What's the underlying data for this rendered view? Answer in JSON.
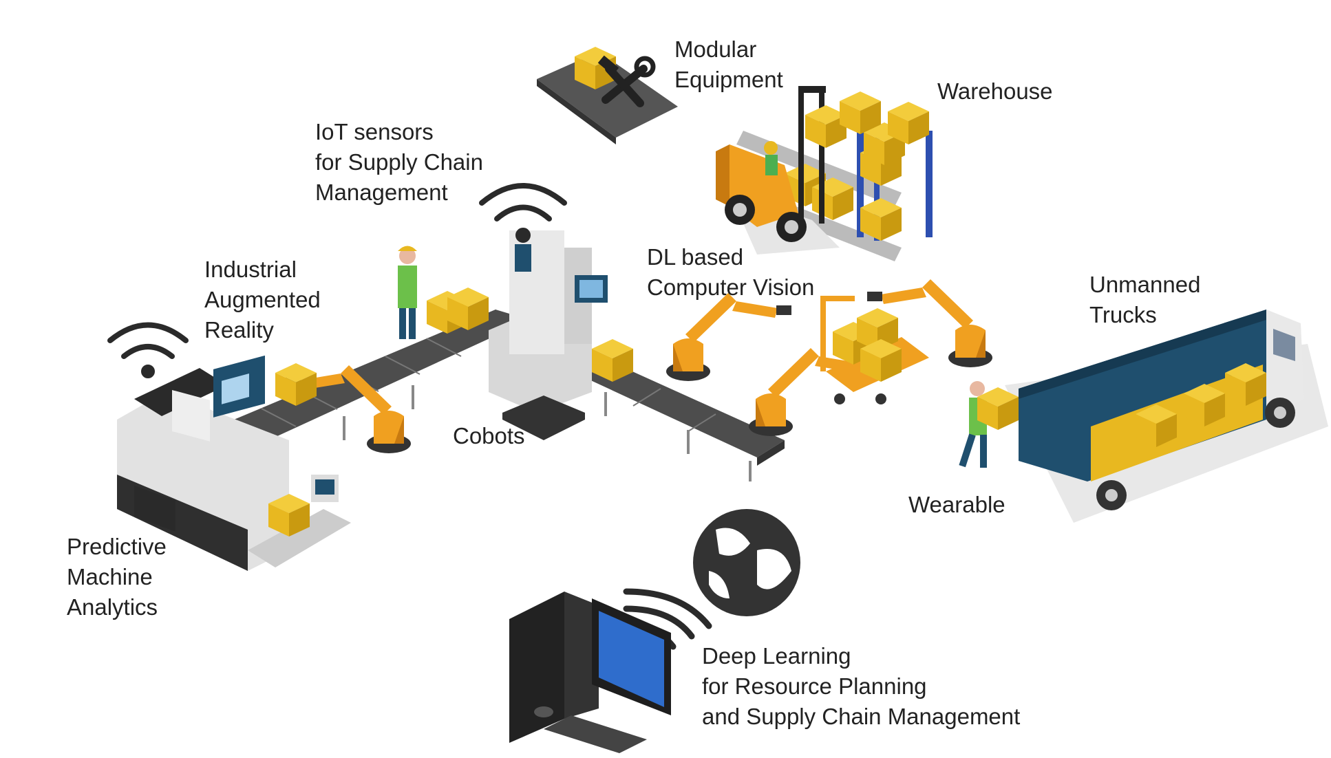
{
  "labels": {
    "modular_equipment": [
      "Modular",
      "Equipment"
    ],
    "warehouse": [
      "Warehouse"
    ],
    "iot_sensors": [
      "IoT sensors",
      "for Supply Chain",
      "Management"
    ],
    "industrial_ar": [
      "Industrial",
      "Augmented",
      "Reality"
    ],
    "dl_vision": [
      "DL based",
      "Computer Vision"
    ],
    "unmanned_trucks": [
      "Unmanned",
      "Trucks"
    ],
    "cobots": [
      "Cobots"
    ],
    "wearable": [
      "Wearable"
    ],
    "predictive_analytics": [
      "Predictive",
      "Machine",
      "Analytics"
    ],
    "deep_learning": [
      "Deep Learning",
      "for Resource Planning",
      "and Supply Chain Management"
    ]
  },
  "colors": {
    "box": "#e8b820",
    "box_dark": "#c99a10",
    "robot": "#f0a020",
    "robot_dark": "#c87a10",
    "conveyor": "#555555",
    "truck": "#1f4f6e",
    "shelf": "#2d4fb0",
    "text": "#222222"
  },
  "icons": [
    "wifi-icon",
    "globe-icon",
    "wrench-icon",
    "hammer-icon"
  ]
}
